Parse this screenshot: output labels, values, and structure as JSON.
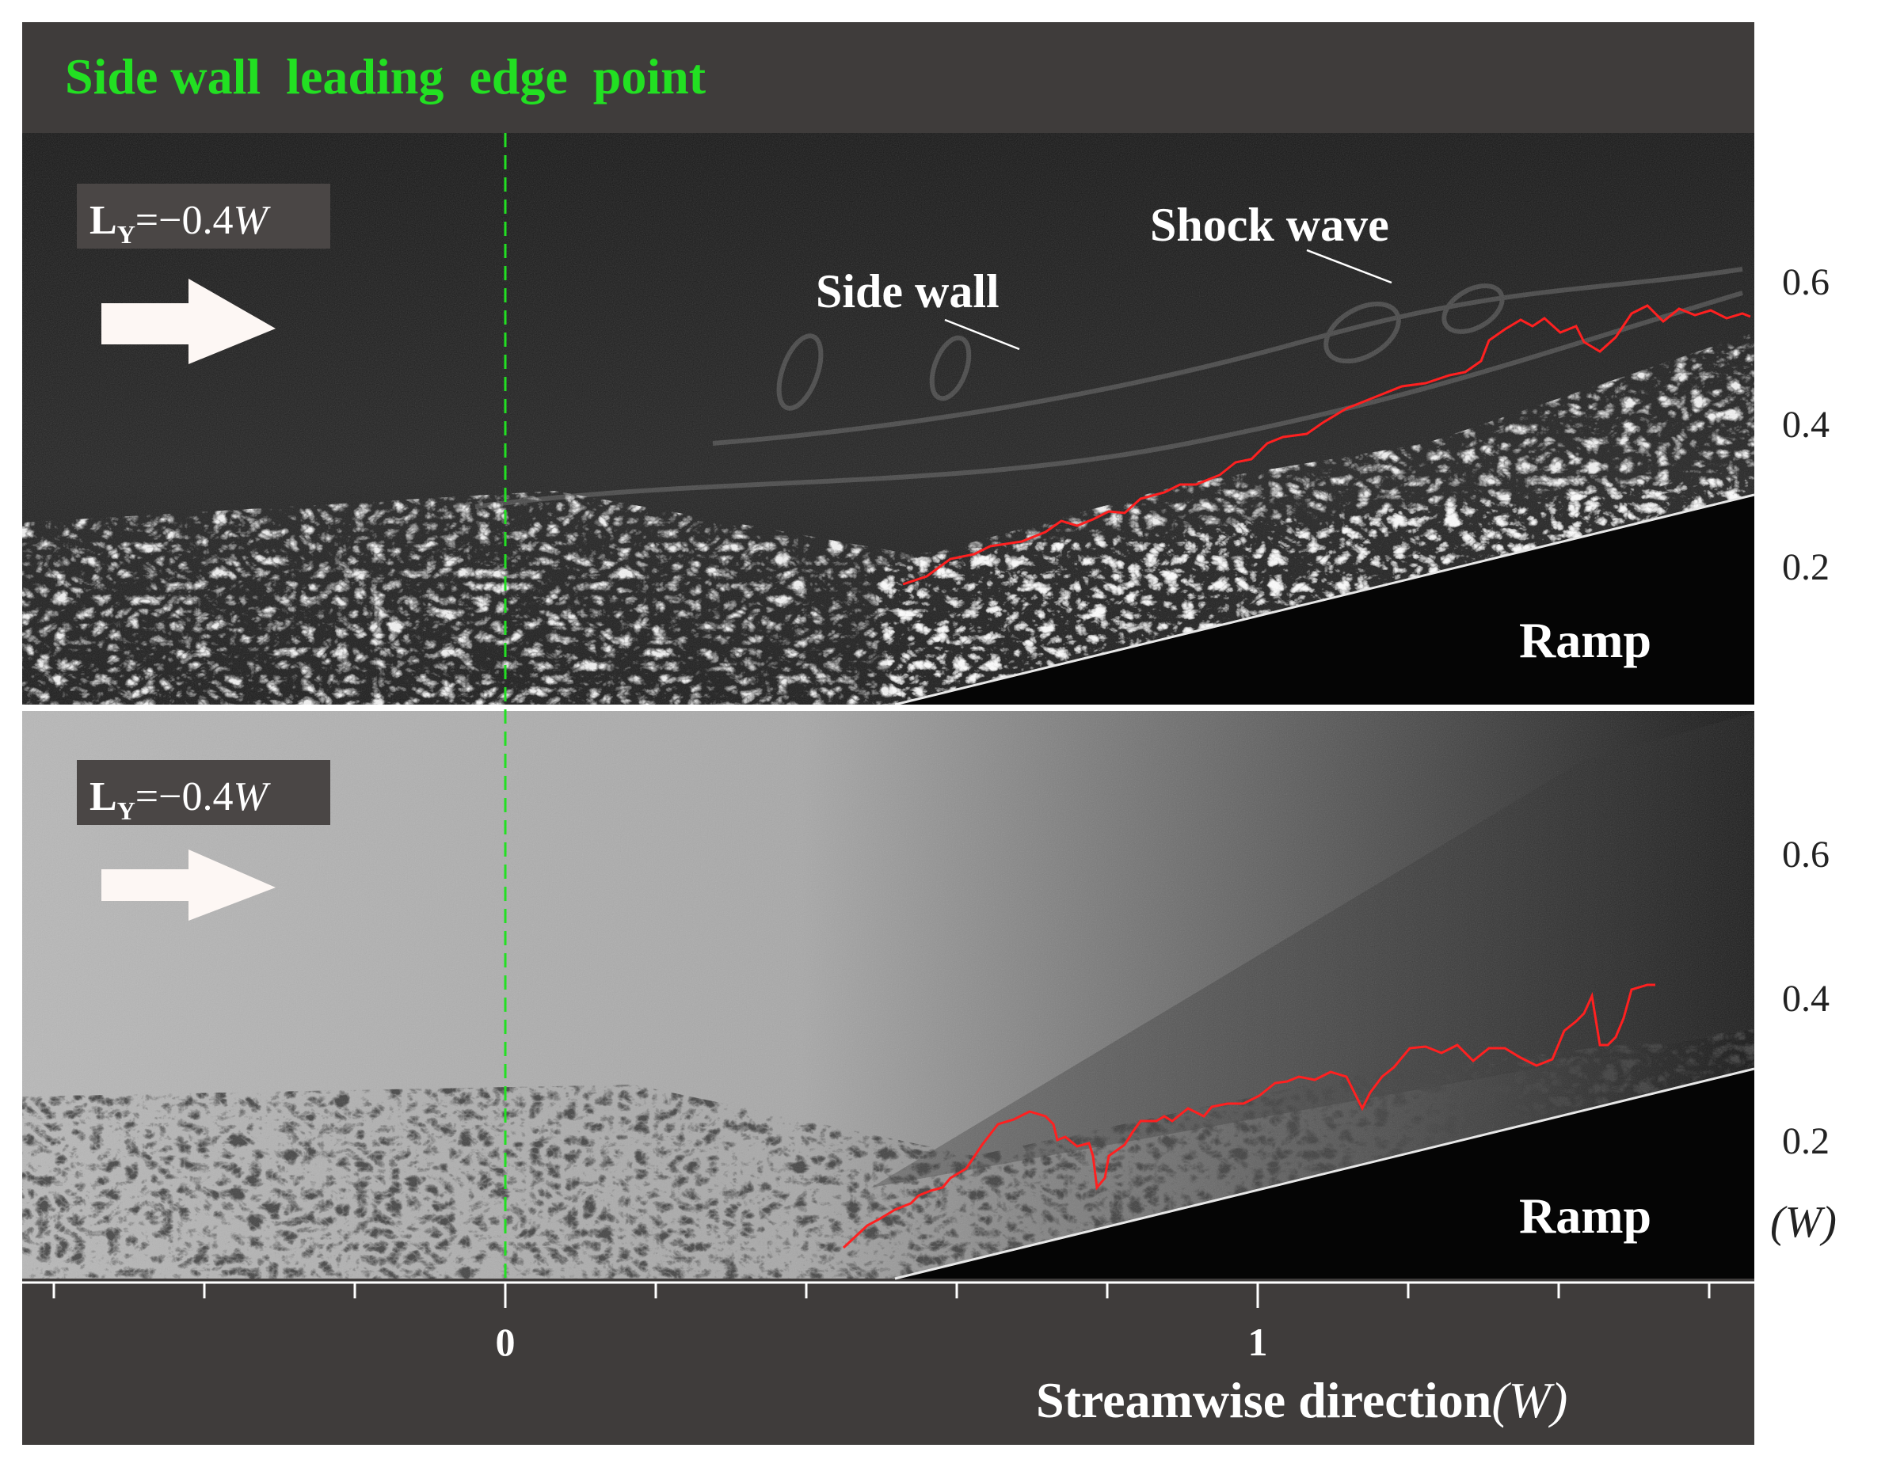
{
  "header": {
    "title": "Side wall  leading  edge  point",
    "title_color": "#22e022"
  },
  "panels": [
    {
      "id": "top",
      "condition_label": {
        "main": "L",
        "sub": "Y",
        "rest": "=−0.4",
        "unit": "W"
      },
      "annotations": {
        "side_wall": "Side wall",
        "shock_wave": "Shock wave"
      },
      "ramp_label": "Ramp",
      "y_ticks": [
        "0.6",
        "0.4",
        "0.2"
      ],
      "background": "dark"
    },
    {
      "id": "bottom",
      "condition_label": {
        "main": "L",
        "sub": "Y",
        "rest": "=−0.4",
        "unit": "W"
      },
      "ramp_label": "Ramp",
      "y_ticks": [
        "0.6",
        "0.4",
        "0.2"
      ],
      "y_unit": "(W)",
      "background": "light"
    }
  ],
  "x_axis": {
    "ticks": [
      "0",
      "1"
    ],
    "label": "Streamwise direction",
    "label_unit": "(W)"
  },
  "colors": {
    "frame": "#3f3c3b",
    "interface_line": "#ff2020",
    "reference_line": "#22e022",
    "axis": "#ffffff",
    "arrow": "#fdf7f4"
  },
  "icons": [
    "flow-direction-arrow-icon"
  ]
}
